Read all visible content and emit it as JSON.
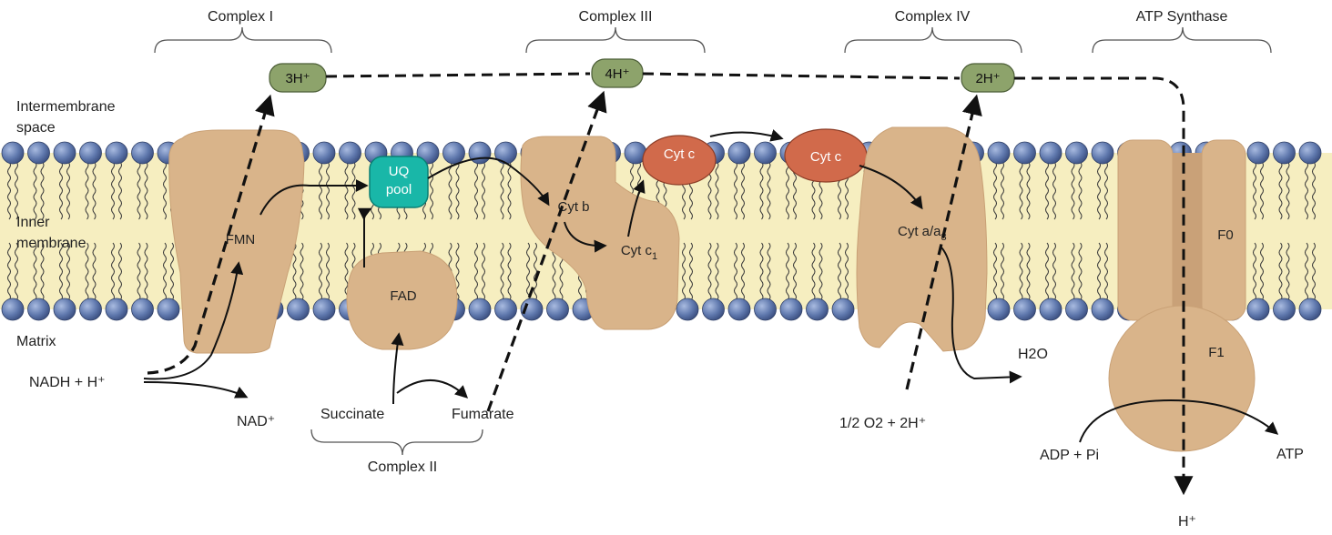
{
  "headers": {
    "complex1": "Complex I",
    "complex3": "Complex III",
    "complex4": "Complex IV",
    "atp_synthase": "ATP Synthase",
    "complex2": "Complex II"
  },
  "regions": {
    "intermembrane_1": "Intermembrane",
    "intermembrane_2": "space",
    "inner_1": "Inner",
    "inner_2": "membrane",
    "matrix": "Matrix"
  },
  "protons": {
    "c1": "3H⁺",
    "c3": "4H⁺",
    "c4": "2H⁺"
  },
  "components": {
    "fmn": "FMN",
    "uq_1": "UQ",
    "uq_2": "pool",
    "fad": "FAD",
    "cyt_b": "Cyt b",
    "cyt_c1_main": "Cyt c",
    "cyt_c1_sub": "1",
    "cyt_c_a": "Cyt c",
    "cyt_c_b": "Cyt c",
    "cyt_a_main": "Cyt a/a",
    "cyt_a_sub": "3",
    "f0": "F0",
    "f1": "F1"
  },
  "substrates": {
    "nadh": "NADH + H⁺",
    "nad": "NAD⁺",
    "succinate": "Succinate",
    "fumarate": "Fumarate",
    "oxygen": "1/2 O2 + 2H⁺",
    "water": "H2O",
    "adp": "ADP + Pi",
    "atp": "ATP",
    "h_out": "H⁺"
  },
  "colors": {
    "membrane": "#f6eec0",
    "lipid_head": "#5f78ad",
    "protein": "#d9b48a",
    "proton_pill": "#8da36b",
    "uq": "#19b7a8",
    "cyt_c": "#d16a4b"
  }
}
